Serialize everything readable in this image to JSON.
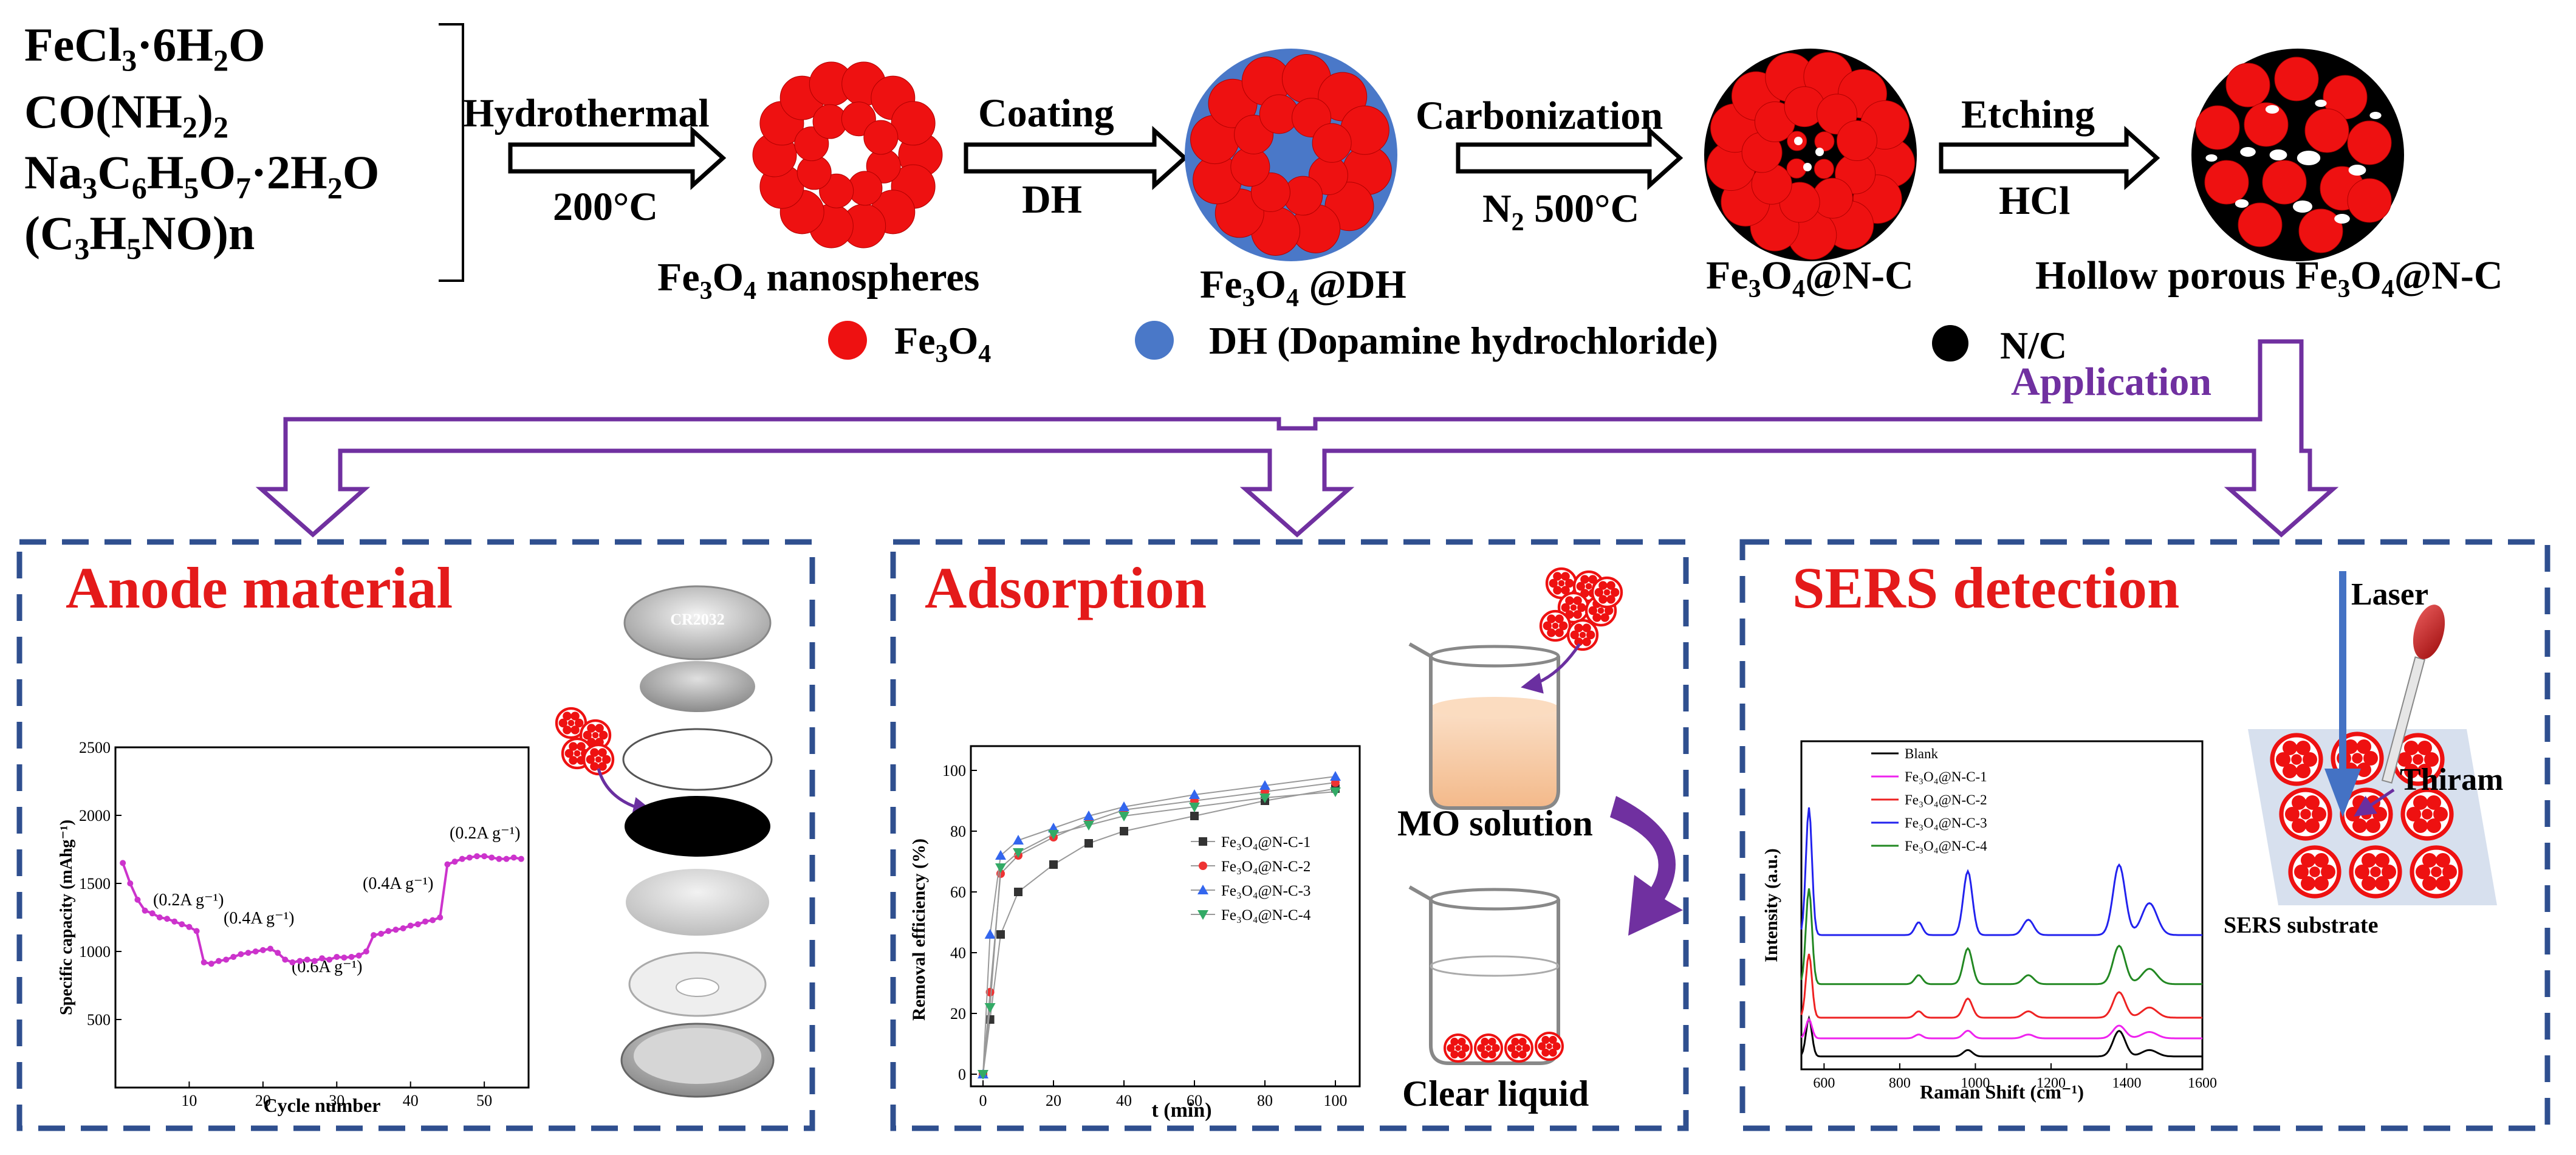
{
  "reagents": {
    "r1": {
      "main": "FeCl",
      "s1": "3",
      "tail": "·6H",
      "s2": "2",
      "end": "O"
    },
    "r2": {
      "main": "CO(NH",
      "s1": "2",
      "mid": ")",
      "s2": "2"
    },
    "r3": {
      "main": "Na",
      "s1": "3",
      "a": "C",
      "s2": "6",
      "b": "H",
      "s3": "5",
      "c": "O",
      "s4": "7",
      "d": "·2H",
      "s5": "2",
      "e": "O"
    },
    "r4": {
      "main": "(C",
      "s1": "3",
      "a": "H",
      "s2": "5",
      "b": "NO)n"
    }
  },
  "steps": {
    "hydrothermal": {
      "label": "Hydrothermal",
      "cond": "200°C"
    },
    "coating": {
      "label": "Coating",
      "cond": "DH"
    },
    "carbonization": {
      "label": "Carbonization",
      "cond_a": "N",
      "cond_sub": "2",
      "cond_b": " 500°C"
    },
    "etching": {
      "label": "Etching",
      "cond": "HCl"
    }
  },
  "products": {
    "p1": {
      "a": "Fe",
      "s1": "3",
      "b": "O",
      "s2": "4",
      "c": " nanospheres"
    },
    "p2": {
      "a": "Fe",
      "s1": "3",
      "b": "O",
      "s2": "4",
      "c": " @DH"
    },
    "p3": {
      "a": "Fe",
      "s1": "3",
      "b": "O",
      "s2": "4",
      "c": "@N-C"
    },
    "p4": {
      "a": "Hollow porous Fe",
      "s1": "3",
      "b": "O",
      "s2": "4",
      "c": "@N-C"
    }
  },
  "legend": {
    "fe3o4": {
      "a": "Fe",
      "s1": "3",
      "b": "O",
      "s2": "4",
      "color": "#ee1111"
    },
    "dh": {
      "label": "DH (Dopamine hydrochloride)",
      "color": "#4a78c8"
    },
    "nc": {
      "label": "N/C",
      "color": "#000000"
    }
  },
  "application": {
    "label": "Application",
    "color": "#7030a0"
  },
  "panels": {
    "anode": {
      "title": "Anode material",
      "coin_label": "CR2032",
      "chart": {
        "ylabel": "Specific capacity (mAhg⁻¹)",
        "xlabel": "Cycle number",
        "xticks": [
          "10",
          "20",
          "30",
          "40",
          "50"
        ],
        "yticks": [
          "500",
          "1000",
          "1500",
          "2000",
          "2500"
        ],
        "annotations": [
          "(0.2A g⁻¹)",
          "(0.4A g⁻¹)",
          "(0.6A g⁻¹)",
          "(0.4A g⁻¹)",
          "(0.2A g⁻¹)"
        ]
      }
    },
    "adsorption": {
      "title": "Adsorption",
      "mo": "MO solution",
      "clear": "Clear liquid",
      "chart": {
        "ylabel": "Removal efficiency (%)",
        "xlabel": "t (min)",
        "xticks": [
          "0",
          "20",
          "40",
          "60",
          "80",
          "100"
        ],
        "yticks": [
          "0",
          "20",
          "40",
          "60",
          "80",
          "100"
        ],
        "legend": [
          "Fe₃O₄@N-C-1",
          "Fe₃O₄@N-C-2",
          "Fe₃O₄@N-C-3",
          "Fe₃O₄@N-C-4"
        ]
      }
    },
    "sers": {
      "title": "SERS detection",
      "laser": "Laser",
      "thiram": "Thiram",
      "substrate": "SERS substrate",
      "chart": {
        "ylabel": "Intensity (a.u.)",
        "xlabel": "Raman Shift (cm⁻¹)",
        "xticks": [
          "600",
          "800",
          "1000",
          "1200",
          "1400",
          "1600"
        ],
        "legend": [
          "Blank",
          "Fe₃O₄@N-C-1",
          "Fe₃O₄@N-C-2",
          "Fe₃O₄@N-C-3",
          "Fe₃O₄@N-C-4"
        ]
      }
    }
  },
  "chart_data": [
    {
      "type": "line",
      "xlabel": "Cycle number",
      "ylabel": "Specific capacity (mAhg⁻¹)",
      "xlim": [
        0,
        56
      ],
      "ylim": [
        0,
        2500
      ],
      "series": [
        {
          "color": "#cc33cc",
          "x": [
            1,
            2,
            3,
            4,
            5,
            6,
            7,
            8,
            9,
            10,
            11,
            12,
            13,
            14,
            15,
            16,
            17,
            18,
            19,
            20,
            21,
            22,
            23,
            24,
            25,
            26,
            27,
            28,
            29,
            30,
            31,
            32,
            33,
            34,
            35,
            36,
            37,
            38,
            39,
            40,
            41,
            42,
            43,
            44,
            45,
            46,
            47,
            48,
            49,
            50,
            51,
            52,
            53,
            54,
            55
          ],
          "y": [
            1650,
            1500,
            1380,
            1300,
            1280,
            1250,
            1240,
            1220,
            1200,
            1180,
            1150,
            920,
            910,
            930,
            940,
            960,
            980,
            990,
            1000,
            1010,
            1020,
            990,
            940,
            920,
            930,
            940,
            930,
            950,
            940,
            960,
            955,
            960,
            970,
            1000,
            1120,
            1130,
            1150,
            1160,
            1170,
            1190,
            1200,
            1220,
            1230,
            1250,
            1640,
            1660,
            1680,
            1690,
            1700,
            1700,
            1690,
            1680,
            1680,
            1690,
            1680
          ]
        }
      ]
    },
    {
      "type": "line",
      "xlabel": "t (min)",
      "ylabel": "Removal efficiency (%)",
      "xlim": [
        0,
        100
      ],
      "ylim": [
        0,
        100
      ],
      "x": [
        0,
        2,
        5,
        10,
        20,
        30,
        40,
        60,
        80,
        100
      ],
      "series": [
        {
          "name": "Fe₃O₄@N-C-1",
          "color": "#333333",
          "marker": "square",
          "values": [
            0,
            18,
            46,
            60,
            69,
            76,
            80,
            85,
            90,
            94
          ]
        },
        {
          "name": "Fe₃O₄@N-C-2",
          "color": "#ee3333",
          "marker": "circle",
          "values": [
            0,
            27,
            66,
            72,
            78,
            83,
            87,
            90,
            93,
            96
          ]
        },
        {
          "name": "Fe₃O₄@N-C-3",
          "color": "#3366ee",
          "marker": "triangle",
          "values": [
            0,
            46,
            72,
            77,
            81,
            85,
            88,
            92,
            95,
            98
          ]
        },
        {
          "name": "Fe₃O₄@N-C-4",
          "color": "#33aa66",
          "marker": "triangle-down",
          "values": [
            0,
            22,
            68,
            73,
            79,
            82,
            85,
            88,
            91,
            93
          ]
        }
      ]
    },
    {
      "type": "line",
      "xlabel": "Raman Shift (cm⁻¹)",
      "ylabel": "Intensity (a.u.)",
      "xlim": [
        540,
        1600
      ],
      "peaks": [
        560,
        850,
        980,
        1140,
        1380,
        1460
      ],
      "series": [
        {
          "name": "Blank",
          "color": "#000000",
          "offset": 0.05,
          "heights": [
            0.3,
            0.0,
            0.05,
            0.0,
            0.2,
            0.05
          ]
        },
        {
          "name": "Fe₃O₄@N-C-1",
          "color": "#ee22ee",
          "offset": 0.12,
          "heights": [
            0.15,
            0.03,
            0.06,
            0.03,
            0.1,
            0.05
          ]
        },
        {
          "name": "Fe₃O₄@N-C-2",
          "color": "#ee2222",
          "offset": 0.2,
          "heights": [
            0.5,
            0.05,
            0.15,
            0.05,
            0.2,
            0.08
          ]
        },
        {
          "name": "Fe₃O₄@N-C-3",
          "color": "#2222ee",
          "offset": 0.52,
          "heights": [
            1.0,
            0.1,
            0.5,
            0.12,
            0.55,
            0.25
          ]
        },
        {
          "name": "Fe₃O₄@N-C-4",
          "color": "#228822",
          "offset": 0.33,
          "heights": [
            0.75,
            0.07,
            0.28,
            0.07,
            0.3,
            0.12
          ]
        }
      ]
    }
  ]
}
